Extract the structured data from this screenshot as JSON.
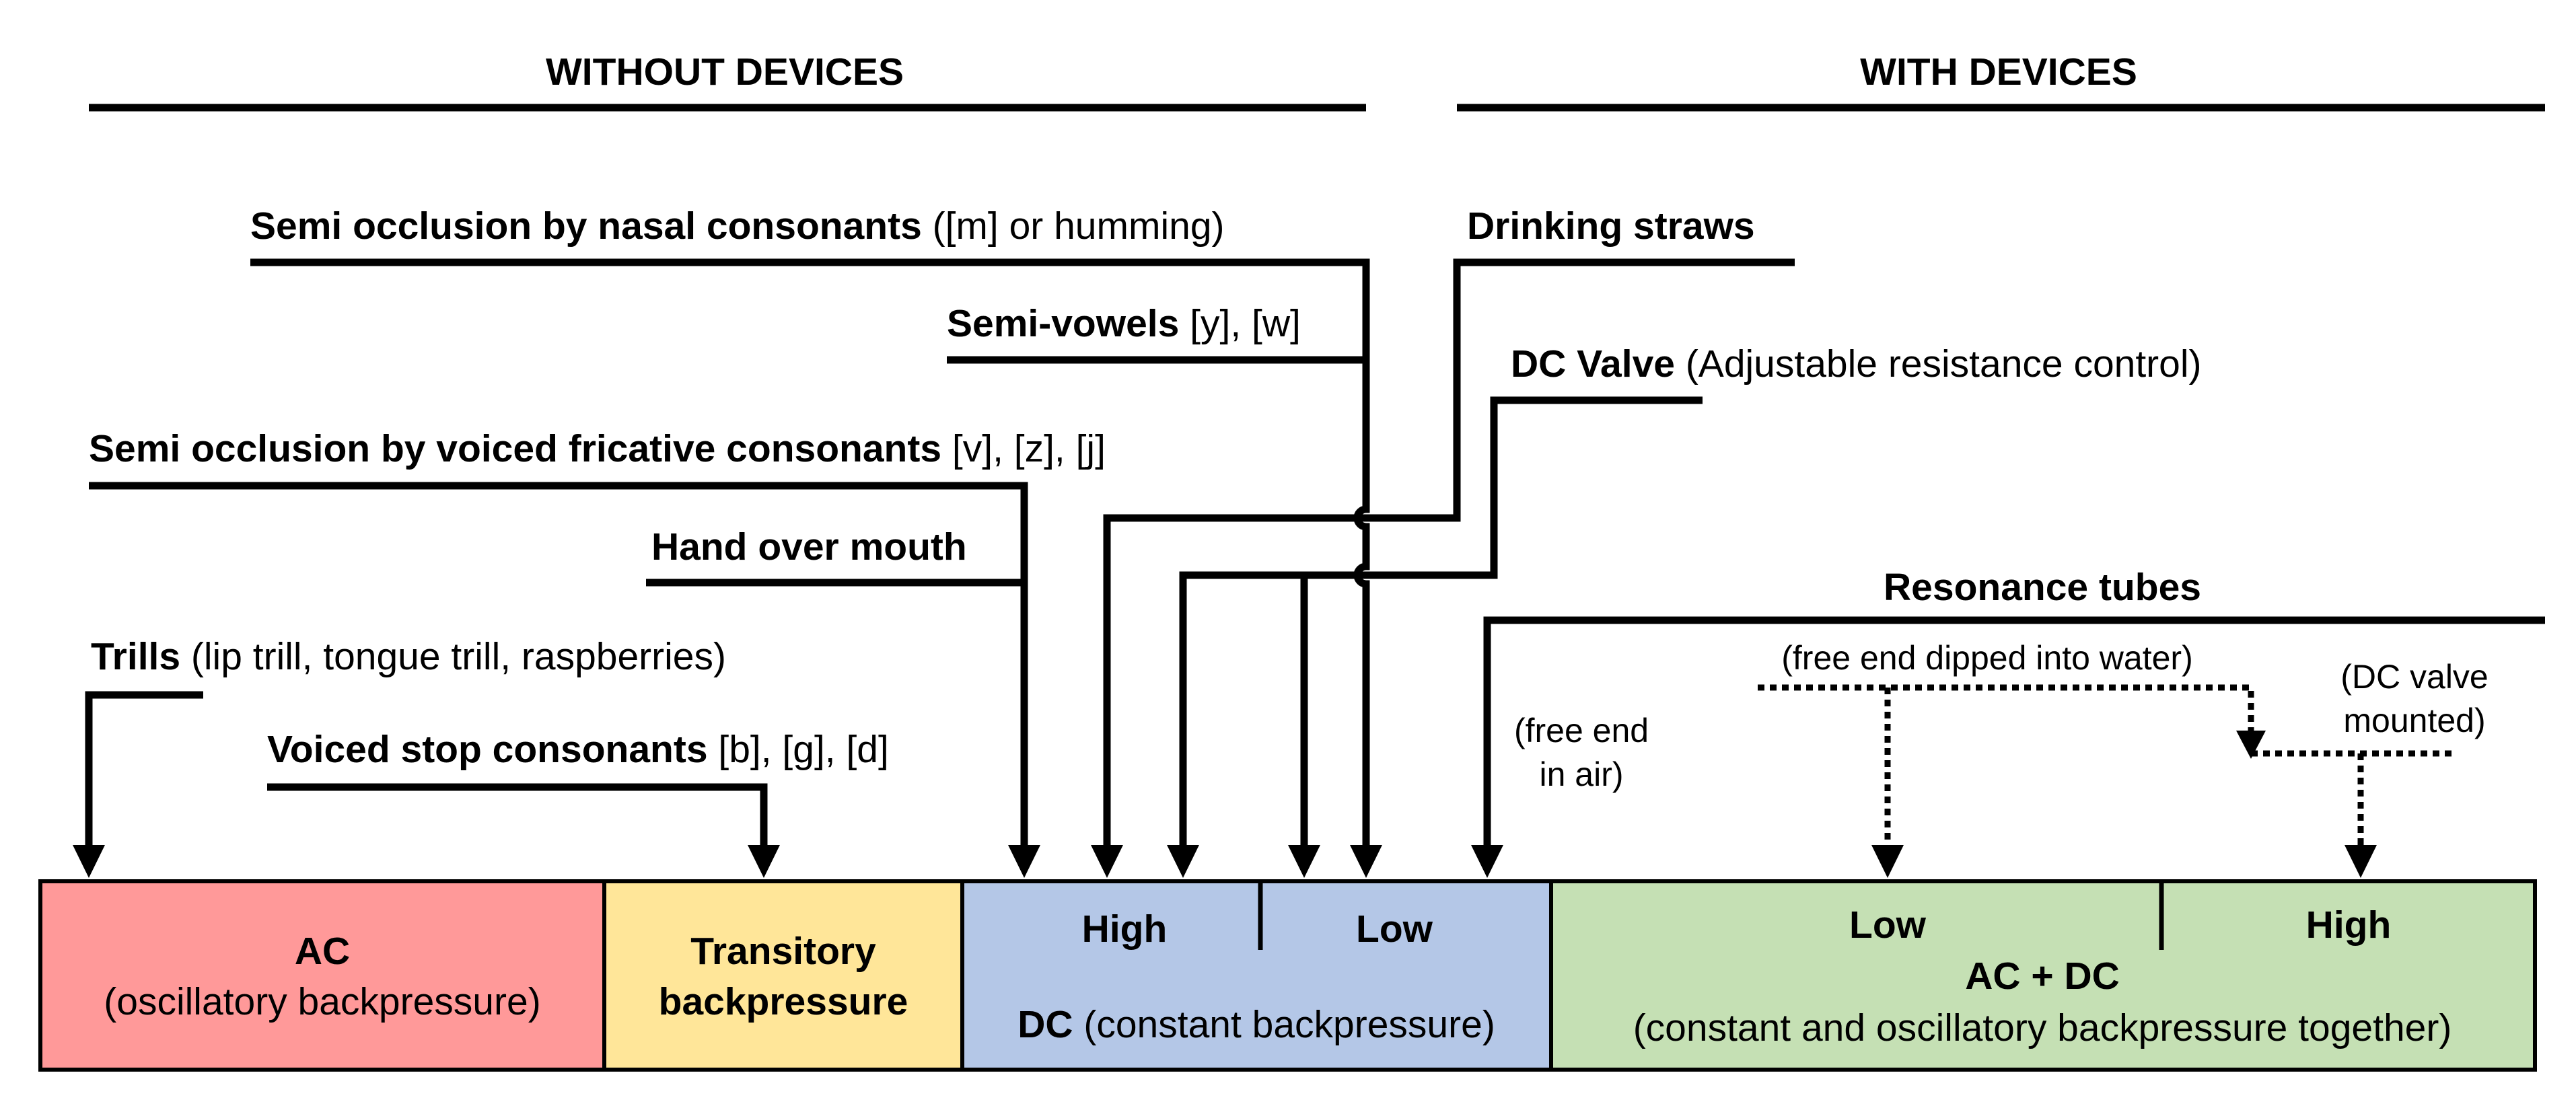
{
  "headers": {
    "without_devices": "WITHOUT DEVICES",
    "with_devices": "WITH DEVICES"
  },
  "labels": {
    "nasal_bold": "Semi occlusion by nasal consonants",
    "nasal_rest": " ([m] or humming)",
    "semivowels_bold": "Semi-vowels",
    "semivowels_rest": " [y], [w]",
    "fricative_bold": "Semi occlusion by voiced fricative consonants",
    "fricative_rest": " [v], [z], [j]",
    "hand_bold": "Hand over mouth",
    "trills_bold": "Trills",
    "trills_rest": " (lip trill, tongue trill, raspberries)",
    "stop_bold": "Voiced stop consonants",
    "stop_rest": " [b], [g], [d]",
    "straws_bold": "Drinking straws",
    "dcvalve_bold": "DC Valve",
    "dcvalve_rest": " (Adjustable resistance control)",
    "resonance_bold": "Resonance tubes",
    "free_end_air_1": "(free end",
    "free_end_air_2": "in air)",
    "free_end_water": "(free end dipped into water)",
    "dc_mounted_1": "(DC valve",
    "dc_mounted_2": "mounted)"
  },
  "boxes": {
    "ac": {
      "title": "AC",
      "subtitle": "(oscillatory backpressure)",
      "color": "#FF9999"
    },
    "transitory": {
      "line1": "Transitory",
      "line2": "backpressure",
      "color": "#FFE699"
    },
    "dc": {
      "high": "High",
      "low": "Low",
      "title": "DC",
      "subtitle": " (constant backpressure)",
      "color": "#B4C7E7"
    },
    "acdc": {
      "low": "Low",
      "high": "High",
      "title": "AC + DC",
      "subtitle": "(constant and oscillatory backpressure together)",
      "color": "#C5E0B4"
    }
  }
}
